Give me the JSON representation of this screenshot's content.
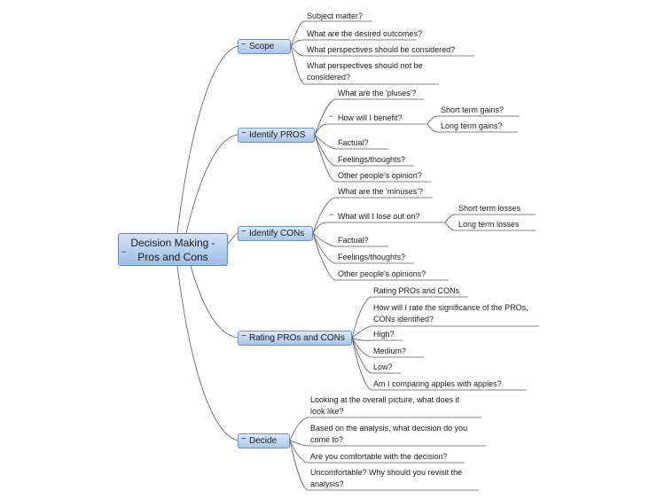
{
  "central": {
    "line1": "Decision Making -",
    "line2": "Pros and Cons"
  },
  "branches": {
    "scope": {
      "label": "Scope",
      "items": [
        "Subject matter?",
        "What are the desired outcomes?",
        "What perspectives should be considered?",
        "What perspectives should not be",
        "considered?"
      ]
    },
    "pros": {
      "label": "Identify PROS",
      "items": [
        "What are the 'pluses'?",
        "How will I benefit?",
        "Factual?",
        "Feelings/thoughts?",
        "Other people's opinion?"
      ],
      "benefit": [
        "Short term gains?",
        "Long term gains?"
      ]
    },
    "cons": {
      "label": "Identify CONs",
      "items": [
        "What are the 'minuses'?",
        "What will I lose out on?",
        "Factual?",
        "Feelings/thoughts?",
        "Other people's opinions?"
      ],
      "lose": [
        "Short term losses",
        "Long term losses"
      ]
    },
    "rating": {
      "label": "Rating PROs and CONs",
      "items": [
        "Rating PROs and CONs",
        "How will I rate the significance of the PROs,",
        "CONs identified?",
        "High?",
        "Medium?",
        "Low?",
        "Am I comparing apples with apples?"
      ]
    },
    "decide": {
      "label": "Decide",
      "items": [
        "Looking at the overall picture, what does it",
        "look like?",
        "Based on the analysis, what decision do you",
        "come to?",
        "Are you comfortable with the decision?",
        "Uncomfortable? Why should you revisit the",
        "analysis?"
      ]
    }
  }
}
